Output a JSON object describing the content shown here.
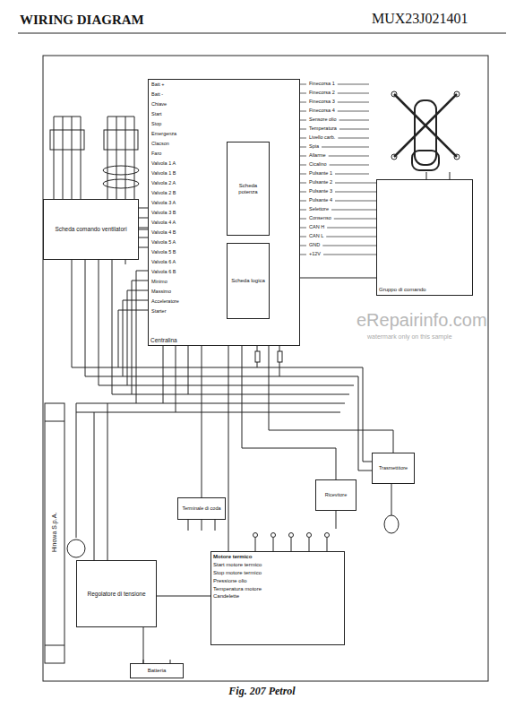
{
  "diagram": {
    "title": "WIRING DIAGRAM",
    "caption": "Fig. 207 Petrol",
    "nodes": [
      {
        "text": [
          "Centralina"
        ]
      },
      {
        "text": [
          "Scheda potenza"
        ],
        "in": 0
      },
      {
        "text": [
          "Scheda logica"
        ],
        "in": 0
      },
      {
        "text": [
          "Scheda comando ventilatori"
        ]
      },
      {
        "text": [
          "Gruppo di comando"
        ]
      },
      {
        "text": [
          "Trasmettitore"
        ]
      },
      {
        "text": [
          "Ricevitore"
        ]
      },
      {
        "text": [
          "Terminale di coda"
        ]
      },
      {
        "text": [
          "Motore termico",
          "Start motore termico",
          "Stop motore termico",
          "Pressione olio",
          "Temperatura motore",
          "Candelette"
        ]
      },
      {
        "text": [
          "Regolatore di tensione"
        ]
      },
      {
        "text": [
          "Batteria"
        ]
      }
    ],
    "edges": [
      {
        "from": 0,
        "to": 3,
        "arrow": "none"
      },
      {
        "from": 0,
        "to": 4,
        "arrow": "none"
      },
      {
        "from": 0,
        "to": 5,
        "arrow": "none"
      },
      {
        "from": 0,
        "to": 6,
        "arrow": "none"
      },
      {
        "from": 0,
        "to": 7,
        "arrow": "none"
      },
      {
        "from": 0,
        "to": 8,
        "arrow": "none"
      },
      {
        "from": 8,
        "to": 9,
        "arrow": "none"
      },
      {
        "from": 9,
        "to": 10,
        "arrow": "none"
      }
    ],
    "labels": [
      "MUX23J021401",
      "eRepairinfo.com",
      "watermark only on this sample",
      "Hinowa S.p.A.",
      "Batt +",
      "Batt -",
      "Chiave",
      "Start",
      "Stop",
      "Emergenza",
      "Clacson",
      "Faro",
      "Valvola 1 A",
      "Valvola 1 B",
      "Valvola 2 A",
      "Valvola 2 B",
      "Valvola 3 A",
      "Valvola 3 B",
      "Valvola 4 A",
      "Valvola 4 B",
      "Valvola 5 A",
      "Valvola 5 B",
      "Valvola 6 A",
      "Valvola 6 B",
      "Minimo",
      "Massimo",
      "Acceleratore",
      "Starter",
      "Finecorsa 1",
      "Finecorsa 2",
      "Finecorsa 3",
      "Finecorsa 4",
      "Sensore olio",
      "Temperatura",
      "Livello carb.",
      "Spia",
      "Allarme",
      "Cicalino",
      "Pulsante 1",
      "Pulsante 2",
      "Pulsante 3",
      "Pulsante 4",
      "Selettore",
      "Consenso",
      "CAN H",
      "CAN L",
      "GND",
      "+12V"
    ]
  }
}
